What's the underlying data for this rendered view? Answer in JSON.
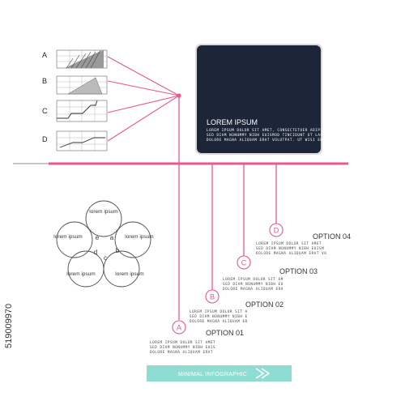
{
  "mini_charts": [
    {
      "letter": "A",
      "icon": "hatched-bar-chart-icon"
    },
    {
      "letter": "B",
      "icon": "triangle-area-chart-icon"
    },
    {
      "letter": "C",
      "icon": "step-line-chart-icon"
    },
    {
      "letter": "D",
      "icon": "line-chart-icon"
    }
  ],
  "card": {
    "title": "LOREM IPSUM",
    "lines": [
      "LOREM IPSUM DOLOR SIT AMET, CONSECTETUER ADIPISCING",
      "SED DIAM NONUMMY NIBH EUISMOD TINCIDUNT UT LAOREET",
      "DOLORE MAGNA ALIQUAM ERAT VOLUTPAT. UT WISI ENIM AD"
    ]
  },
  "options": [
    {
      "letter": "A",
      "title": "OPTION 01",
      "lines": [
        "LOREM IPSUM DOLOR SIT AMET",
        "SED DIAM NONUMMY NIBH EUIS",
        "DOLORE MAGNA ALIQUAM ERAT"
      ]
    },
    {
      "letter": "B",
      "title": "OPTION 02",
      "lines": [
        "LOREM IPSUM DOLOR SIT A",
        "SED DIAM NONUMMY NIBH E",
        "DOLORE MAGNA ALIQUAM ER"
      ]
    },
    {
      "letter": "C",
      "title": "OPTION 03",
      "lines": [
        "LOREM IPSUM DOLOR SIT AM",
        "SED DIAM NONUMMY NIBH EU",
        "DOLORE MAGNA ALIQUAM ERA"
      ]
    },
    {
      "letter": "D",
      "title": "OPTION 04",
      "lines": [
        "LOREM IPSUM DOLOR SIT AMET",
        "SED DIAM NONUMMY NIBH EUISM",
        "DOLORE MAGNA ALIQUAM ERAT VO"
      ]
    }
  ],
  "venn": {
    "petal_label": "lorem ipsum",
    "letters": [
      "a",
      "b",
      "c",
      "d",
      "e"
    ]
  },
  "footer": {
    "label": "MINIMAL INFOGRAPHIC",
    "icon": "double-chevron-right-icon"
  },
  "stock_id": "519009970",
  "colors": {
    "accent": "#e8578f",
    "card": "#1c2638",
    "footer": "#8fdcd3",
    "text": "#333333"
  }
}
